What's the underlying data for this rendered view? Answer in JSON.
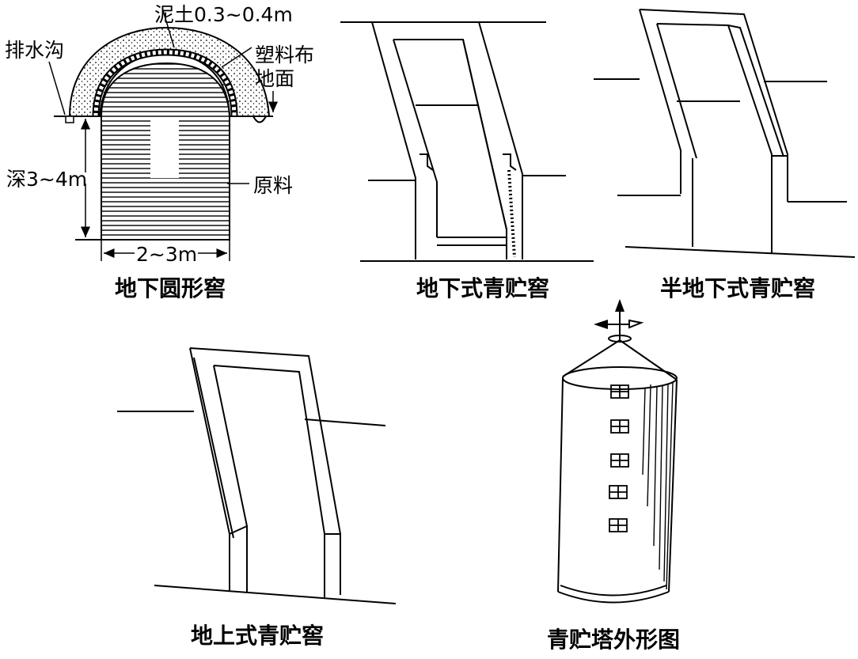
{
  "figure": {
    "panels": [
      {
        "id": "underground-round-pit",
        "caption": "地下圆形窖",
        "annotations": {
          "soil": "泥土0.3~0.4m",
          "drain": "排水沟",
          "plastic": "塑料布",
          "ground": "地面",
          "depth": "深3~4m",
          "material": "原料",
          "width": "2~3m"
        }
      },
      {
        "id": "underground-silage-pit",
        "caption": "地下式青贮窖"
      },
      {
        "id": "semi-underground-silage-pit",
        "caption": "半地下式青贮窖"
      },
      {
        "id": "aboveground-silage-pit",
        "caption": "地上式青贮窖"
      },
      {
        "id": "silage-tower",
        "caption": "青贮塔外形图"
      }
    ]
  }
}
